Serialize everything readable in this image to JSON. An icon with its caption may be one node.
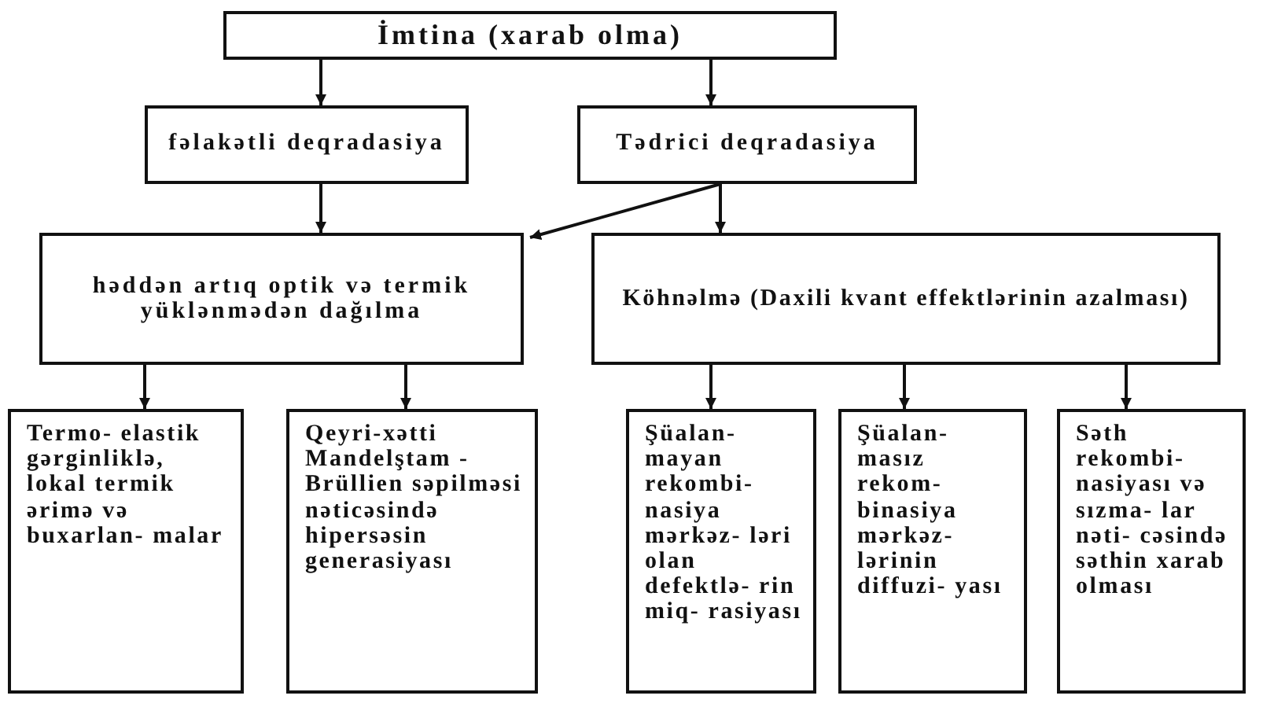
{
  "diagram": {
    "nodes": [
      {
        "text": [
          "İmtina (xarab olma)"
        ]
      },
      {
        "text": [
          "fəlakətli deqradasiya"
        ]
      },
      {
        "text": [
          "Tədrici deqradasiya"
        ]
      },
      {
        "text": [
          "həddən artıq optik və termik yüklənmədən dağılma"
        ]
      },
      {
        "text": [
          "Köhnəlmə (Daxili kvant effektlərinin azalması)"
        ]
      },
      {
        "text": [
          "Termo- elastik gərginliklə, lokal termik ərimə və buxarlan- malar"
        ]
      },
      {
        "text": [
          "Qeyri-xətti Mandelştam -Brüllien səpilməsi nəticəsində hipersəsin generasiyası"
        ]
      },
      {
        "text": [
          "Şüalan- mayan rekombi- nasiya mərkəz- ləri olan defektlə- rin miq- rasiyası"
        ]
      },
      {
        "text": [
          "Şüalan- masız rekom- binasiya mərkəz- lərinin diffuzi- yası"
        ]
      },
      {
        "text": [
          "Səth rekombi- nasiyası və sızma- lar nəti- cəsində səthin xarab olması"
        ]
      }
    ],
    "edges": [
      {
        "from": 0,
        "to": 1,
        "arrow": "to"
      },
      {
        "from": 0,
        "to": 2,
        "arrow": "to"
      },
      {
        "from": 1,
        "to": 3,
        "arrow": "to"
      },
      {
        "from": 2,
        "to": 3,
        "arrow": "to"
      },
      {
        "from": 2,
        "to": 4,
        "arrow": "to"
      },
      {
        "from": 3,
        "to": 5,
        "arrow": "to"
      },
      {
        "from": 3,
        "to": 6,
        "arrow": "to"
      },
      {
        "from": 4,
        "to": 7,
        "arrow": "to"
      },
      {
        "from": 4,
        "to": 8,
        "arrow": "to"
      },
      {
        "from": 4,
        "to": 9,
        "arrow": "to"
      }
    ]
  }
}
